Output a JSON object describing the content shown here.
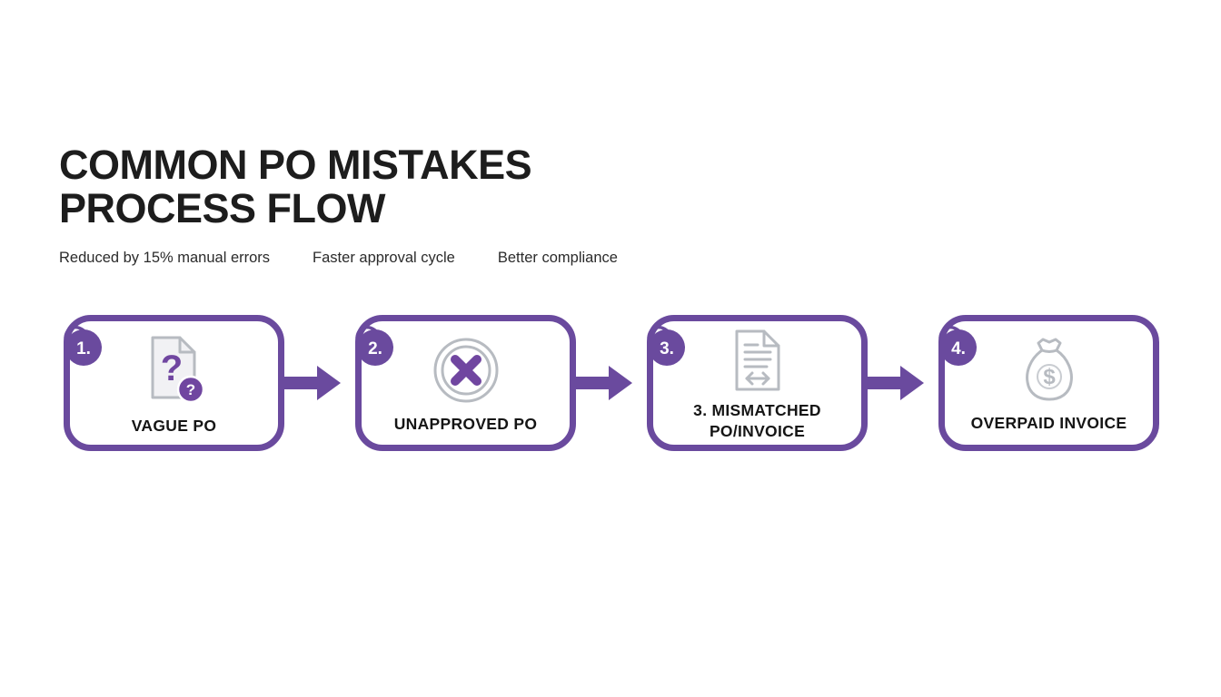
{
  "colors": {
    "accent_purple": "#6A4A9E",
    "icon_purple": "#7046A0",
    "icon_gray": "#B7BBC1",
    "icon_gray_light": "#F1F1F4",
    "title_color": "#1D1D1D",
    "subtitle_color": "#2B2B2B",
    "label_color": "#151515",
    "background": "#FFFFFF"
  },
  "header": {
    "title_lines": [
      "COMMON PO MISTAKES",
      "PROCESS FLOW"
    ],
    "subtitles": [
      "Reduced by 15% manual errors",
      "Faster approval cycle",
      "Better compliance"
    ]
  },
  "icons": {
    "question_mark_large": "?",
    "question_mark_small": "?",
    "dollar_sign": "$"
  },
  "flow": {
    "steps": [
      {
        "number": "1.",
        "label": "VAGUE PO",
        "icon": "document-question-icon"
      },
      {
        "number": "2.",
        "label": "UNAPPROVED PO",
        "icon": "circle-cross-icon"
      },
      {
        "number": "3.",
        "label": "3. MISMATCHED PO/INVOICE",
        "icon": "document-mismatch-icon"
      },
      {
        "number": "4.",
        "label": "OVERPAID INVOICE",
        "icon": "money-bag-icon"
      }
    ]
  }
}
